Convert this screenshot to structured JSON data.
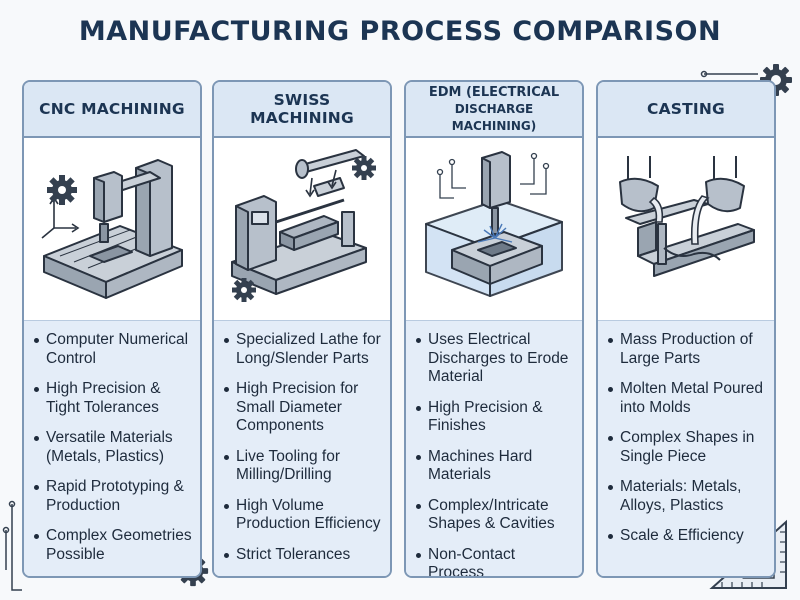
{
  "title": "MANUFACTURING PROCESS COMPARISON",
  "colors": {
    "title": "#1c3553",
    "header_bg": "#dbe7f4",
    "border": "#7d97b5",
    "list_bg": "#e4edf8",
    "illustration_fill": "#b7c0cb",
    "illustration_stroke": "#2a3340",
    "accent": "#4a79b8"
  },
  "columns": [
    {
      "header": "CNC MACHINING",
      "illustration_icon": "cnc-mill-icon",
      "items": [
        "Computer Numerical Control",
        "High Precision & Tight Tolerances",
        "Versatile Materials (Metals, Plastics)",
        "Rapid Prototyping & Production",
        "Complex Geometries Possible"
      ]
    },
    {
      "header": "SWISS MACHINING",
      "illustration_icon": "swiss-lathe-icon",
      "items": [
        "Specialized Lathe for Long/Slender Parts",
        "High Precision for Small Diameter Components",
        "Live Tooling for Milling/Drilling",
        "High Volume Production Efficiency",
        "Strict Tolerances"
      ]
    },
    {
      "header_line1": "EDM (ELECTRICAL",
      "header_line2": "DISCHARGE MACHINING)",
      "illustration_icon": "edm-tank-icon",
      "items": [
        "Uses Electrical Discharges to Erode Material",
        "High Precision & Finishes",
        "Machines Hard Materials",
        "Complex/Intricate Shapes & Cavities",
        "Non-Contact Process"
      ]
    },
    {
      "header": "CASTING",
      "illustration_icon": "casting-ladle-icon",
      "items": [
        "Mass Production of Large Parts",
        "Molten Metal Poured into Molds",
        "Complex Shapes in Single Piece",
        "Materials: Metals, Alloys, Plastics",
        "Scale & Efficiency"
      ]
    }
  ]
}
